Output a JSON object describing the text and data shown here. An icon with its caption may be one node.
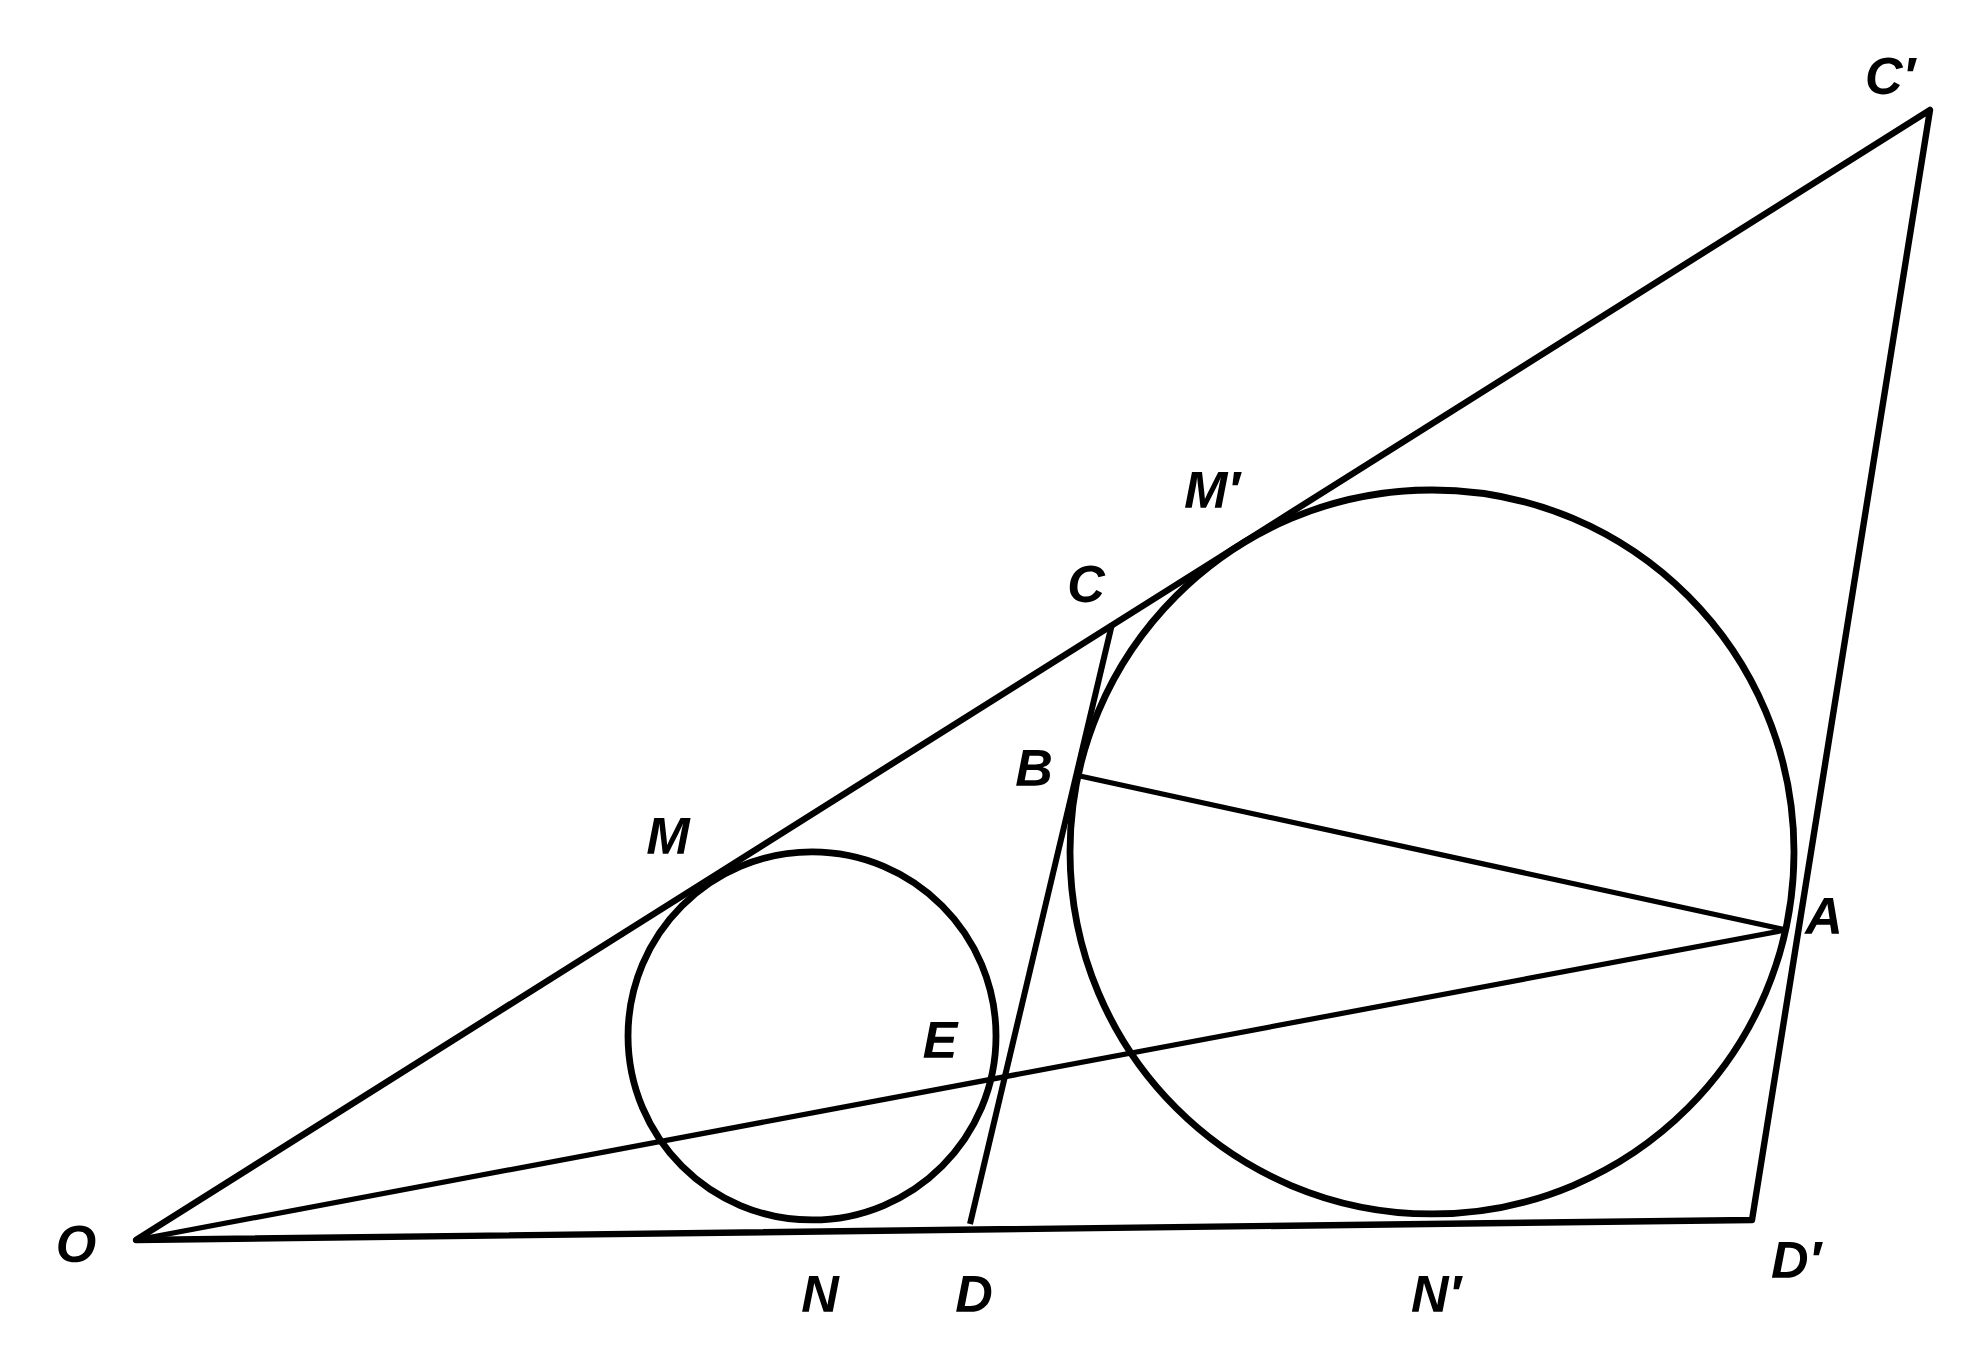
{
  "diagram": {
    "labels": [
      "C′",
      "M′",
      "C",
      "B",
      "M",
      "A",
      "E",
      "O",
      "N",
      "D",
      "N′",
      "D′"
    ]
  }
}
